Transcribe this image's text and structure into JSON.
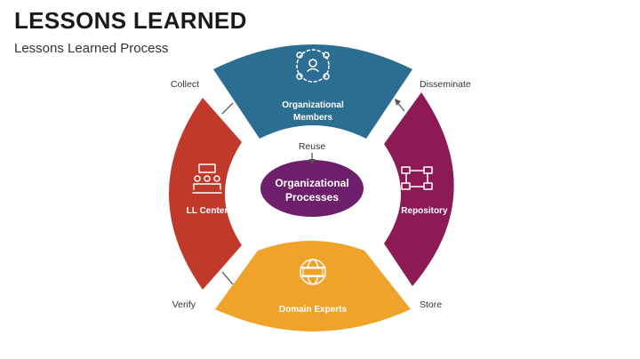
{
  "slide": {
    "title": "LESSONS LEARNED",
    "subtitle": "Lessons Learned Process"
  },
  "diagram": {
    "segments": {
      "top": {
        "label": "Organizational Members",
        "label_lines": [
          "Organizational",
          "Members"
        ],
        "color": "#2c6e91",
        "icon": "people-network-icon"
      },
      "right": {
        "label": "LL Repository",
        "color": "#8b1a55",
        "icon": "flowchart-icon"
      },
      "bottom": {
        "label": "Domain Experts",
        "color": "#f0a32b",
        "icon": "globe-www-icon"
      },
      "left": {
        "label": "LL Center",
        "color": "#c0392b",
        "icon": "meeting-icon"
      }
    },
    "center": {
      "label": "Organizational Processes",
      "label_lines": [
        "Organizational",
        "Processes"
      ],
      "color": "#6e1f6b"
    },
    "steps": {
      "collect": "Collect",
      "disseminate": "Disseminate",
      "verify": "Verify",
      "store": "Store",
      "reuse": "Reuse"
    }
  }
}
